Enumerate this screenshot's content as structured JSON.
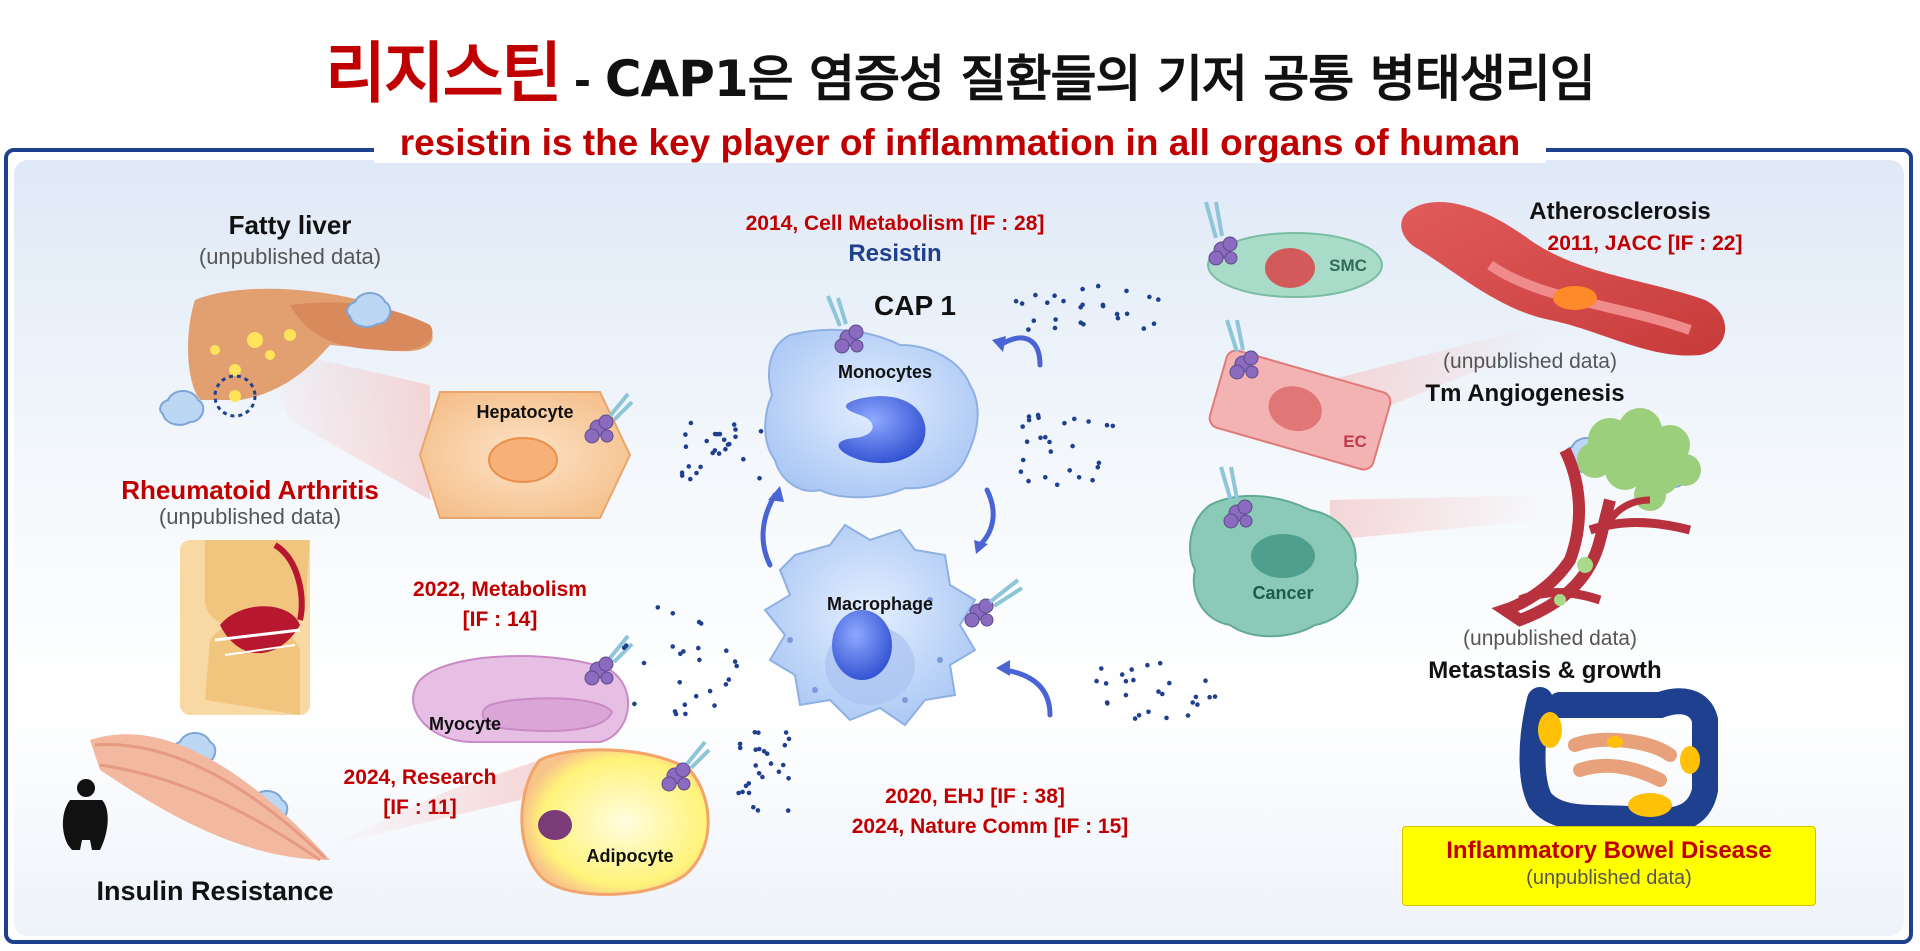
{
  "title": {
    "highlight": "리지스틴",
    "dash": "-",
    "rest": "CAP1은 염증성 질환들의 기저 공통 병태생리임"
  },
  "subtitle": "resistin is the key player of inflammation in all organs of human",
  "left": {
    "fatty_liver": {
      "label": "Fatty liver",
      "note": "(unpublished data)"
    },
    "ra": {
      "label": "Rheumatoid Arthritis",
      "note": "(unpublished data)"
    },
    "insulin": {
      "label": "Insulin Resistance"
    }
  },
  "cells": {
    "hepatocyte": "Hepatocyte",
    "monocytes": "Monocytes",
    "macrophage": "Macrophage",
    "myocyte": "Myocyte",
    "adipocyte": "Adipocyte",
    "smc": "SMC",
    "ec": "EC",
    "cancer": "Cancer"
  },
  "center": {
    "ref_top": "2014, Cell Metabolism [IF : 28]",
    "resistin": "Resistin",
    "cap1": "CAP 1",
    "ref_bottom_1": "2020, EHJ [IF : 38]",
    "ref_bottom_2": "2024, Nature Comm [IF : 15]"
  },
  "refs_left": {
    "metabolism_1": "2022, Metabolism",
    "metabolism_2": "[IF : 14]",
    "research_1": "2024, Research",
    "research_2": "[IF : 11]"
  },
  "right": {
    "athero": {
      "label": "Atherosclerosis",
      "ref": "2011, JACC [IF : 22]"
    },
    "angio": {
      "note": "(unpublished data)",
      "label": "Tm Angiogenesis"
    },
    "metastasis": {
      "note": "(unpublished data)",
      "label": "Metastasis & growth"
    },
    "ibd": {
      "label": "Inflammatory Bowel Disease",
      "note": "(unpublished data)"
    }
  },
  "colors": {
    "accent_red": "#c00000",
    "navy": "#1f3f8f",
    "ibd_box": "#ffff00"
  }
}
